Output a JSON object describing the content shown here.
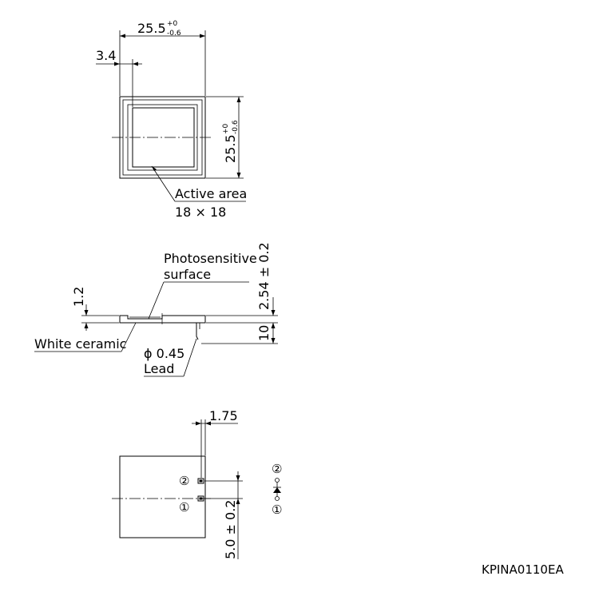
{
  "top_view": {
    "width_dim": "25.5",
    "width_tol_plus": "+0",
    "width_tol_minus": "-0.6",
    "offset_dim": "3.4",
    "height_dim": "25.5",
    "height_tol_plus": "+0",
    "height_tol_minus": "-0.6",
    "active_area_label": "Active area",
    "active_area_size": "18 × 18"
  },
  "side_view": {
    "photosensitive_line1": "Photosensitive",
    "photosensitive_line2": "surface",
    "height_dim": "2.54 ± 0.2",
    "thickness_dim": "1.2",
    "lead_length_dim": "10",
    "ceramic_label": "White ceramic",
    "lead_diameter": "ϕ 0.45",
    "lead_label": "Lead"
  },
  "bottom_view": {
    "pin_offset_dim": "1.75",
    "pin_spacing_dim": "5.0 ± 0.2",
    "pin2_label": "②",
    "pin1_label": "①",
    "symbol_pin2": "②",
    "symbol_pin1": "①"
  },
  "drawing_code": "KPINA0110EA"
}
